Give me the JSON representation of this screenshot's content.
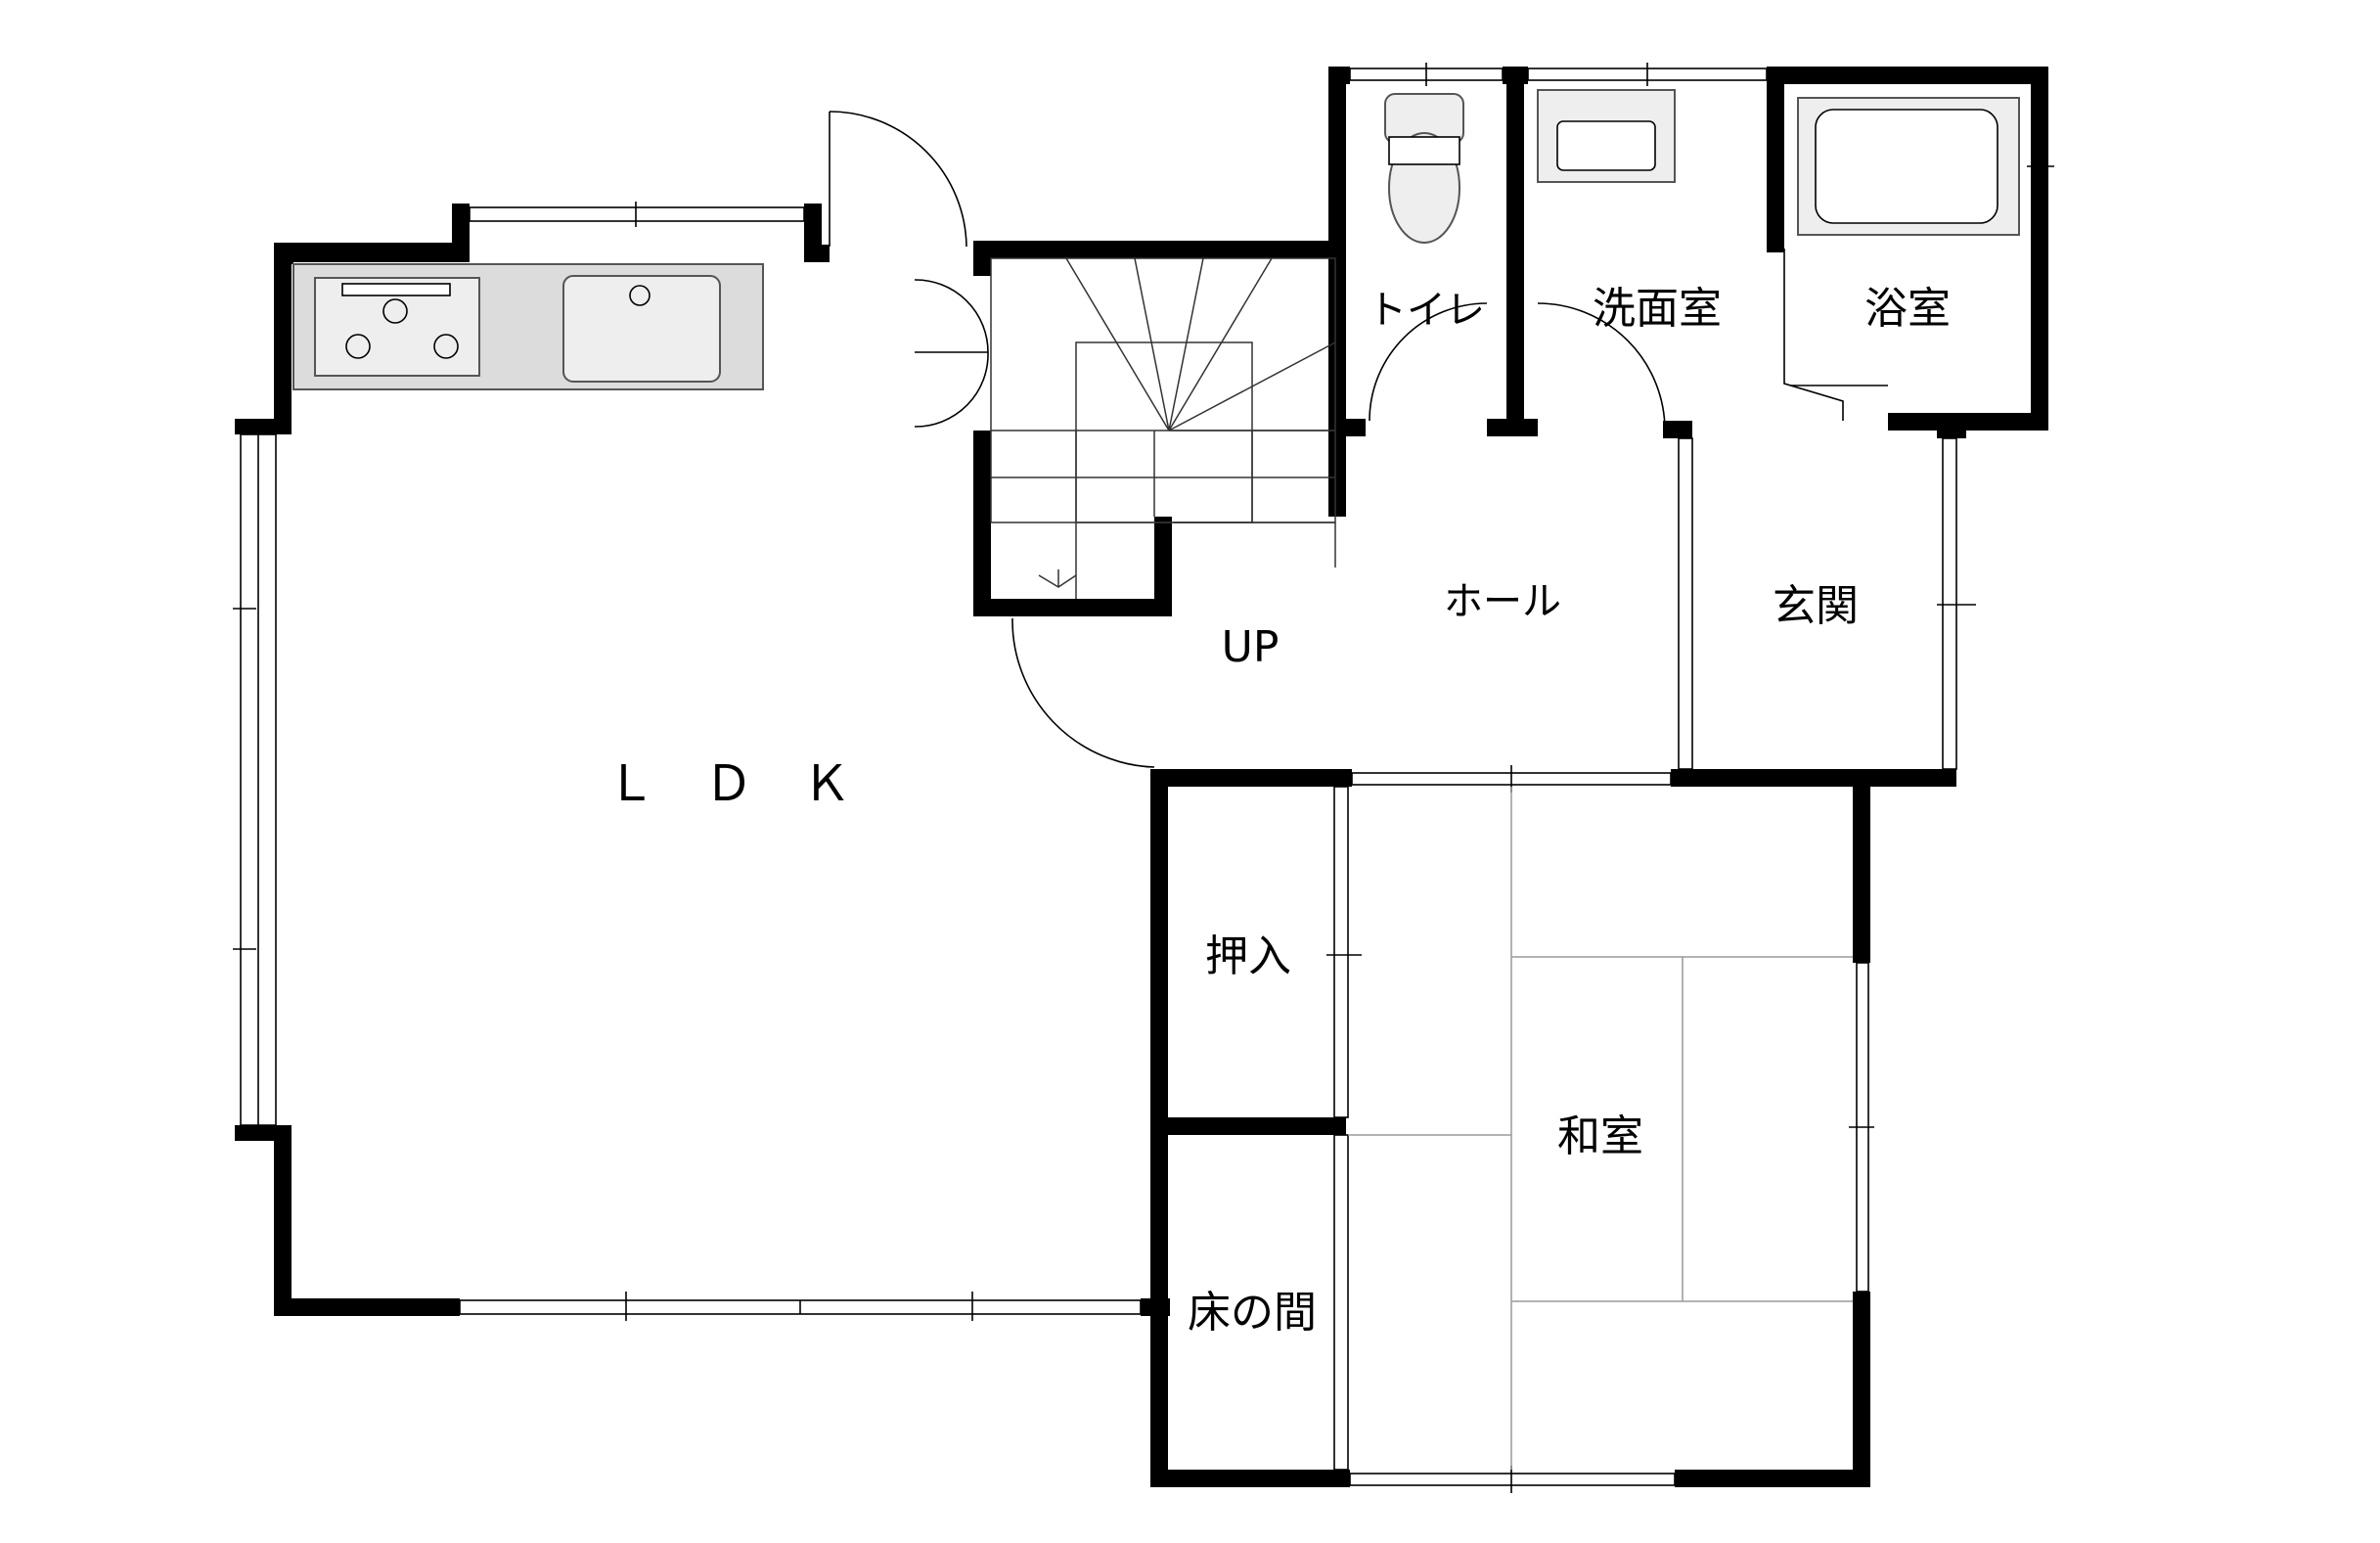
{
  "rooms": {
    "ldk": "Ｌ　Ｄ　Ｋ",
    "toilet": "トイレ",
    "washroom": "洗面室",
    "bathroom": "浴室",
    "hall": "ホール",
    "up": "UP",
    "entrance": "玄関",
    "closet": "押入",
    "tokonoma": "床の間",
    "japanese_room": "和室"
  }
}
